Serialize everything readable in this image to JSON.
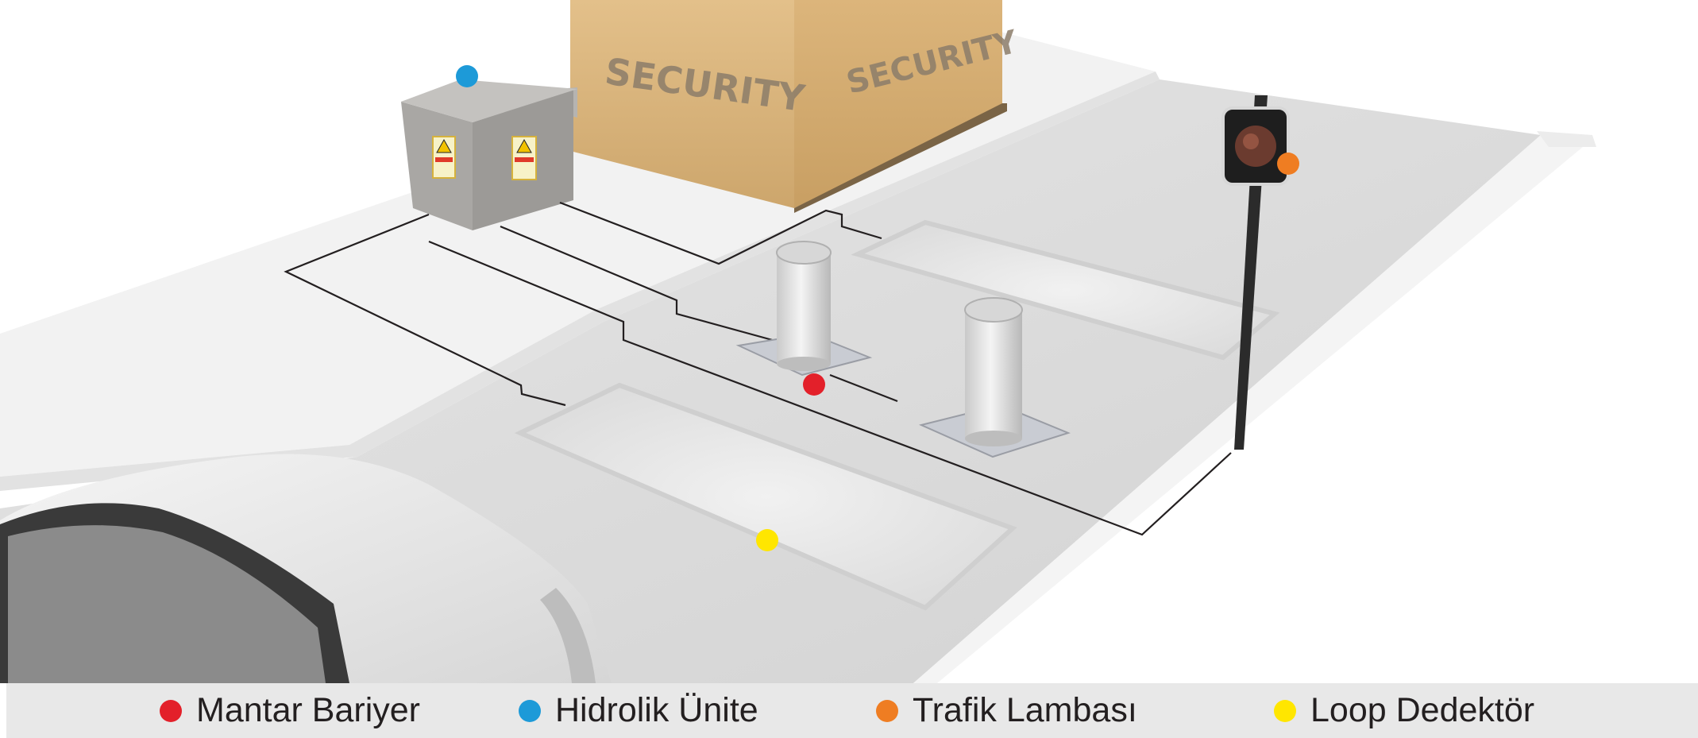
{
  "scene": {
    "building_sign_front": "SECURITY",
    "building_sign_side": "SECURITY"
  },
  "legend": [
    {
      "label": "Mantar Bariyer",
      "color": "#e3202a"
    },
    {
      "label": "Hidrolik Ünite",
      "color": "#1d9ad8"
    },
    {
      "label": "Trafik Lambası",
      "color": "#ef7d22"
    },
    {
      "label": "Loop Dedektör",
      "color": "#ffe600"
    }
  ],
  "colors": {
    "road": "#dcdcdc",
    "sidewalk": "#f3f3f3",
    "cable": "#231f20",
    "building": "#d8b47c",
    "cabinet": "#a9a7a4"
  }
}
